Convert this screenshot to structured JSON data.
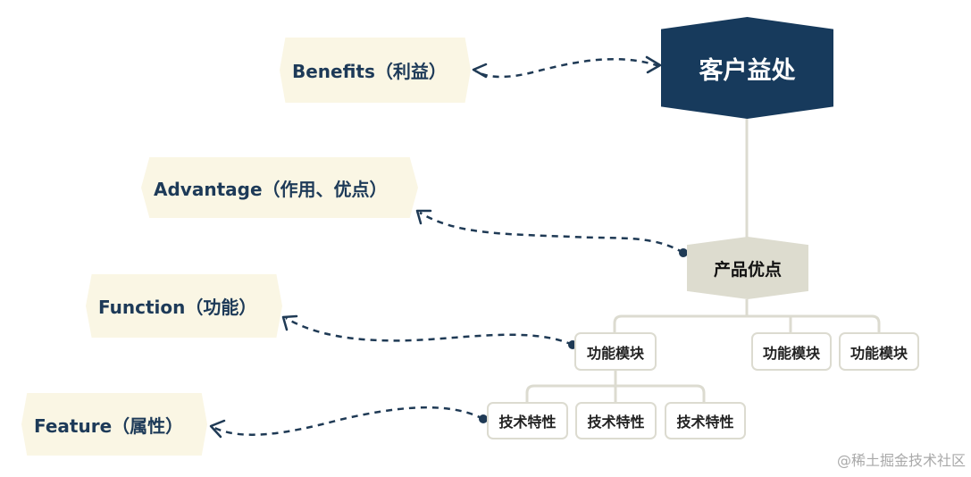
{
  "root": {
    "label": "客户益处"
  },
  "product_advantage": {
    "label": "产品优点"
  },
  "concepts": {
    "benefits": "Benefits（利益）",
    "advantage": "Advantage（作用、优点）",
    "function": "Function（功能）",
    "feature": "Feature（属性）"
  },
  "function_modules": [
    "功能模块",
    "功能模块",
    "功能模块"
  ],
  "tech_features": [
    "技术特性",
    "技术特性",
    "技术特性"
  ],
  "watermark": "@稀土掘金技术社区",
  "colors": {
    "root_fill": "#173a5c",
    "concept_fill": "#faf6e4",
    "concept_text": "#1d3a58",
    "mid_fill": "#dddccf",
    "line": "#dcdbd0",
    "dashed_link": "#1f3a55"
  }
}
